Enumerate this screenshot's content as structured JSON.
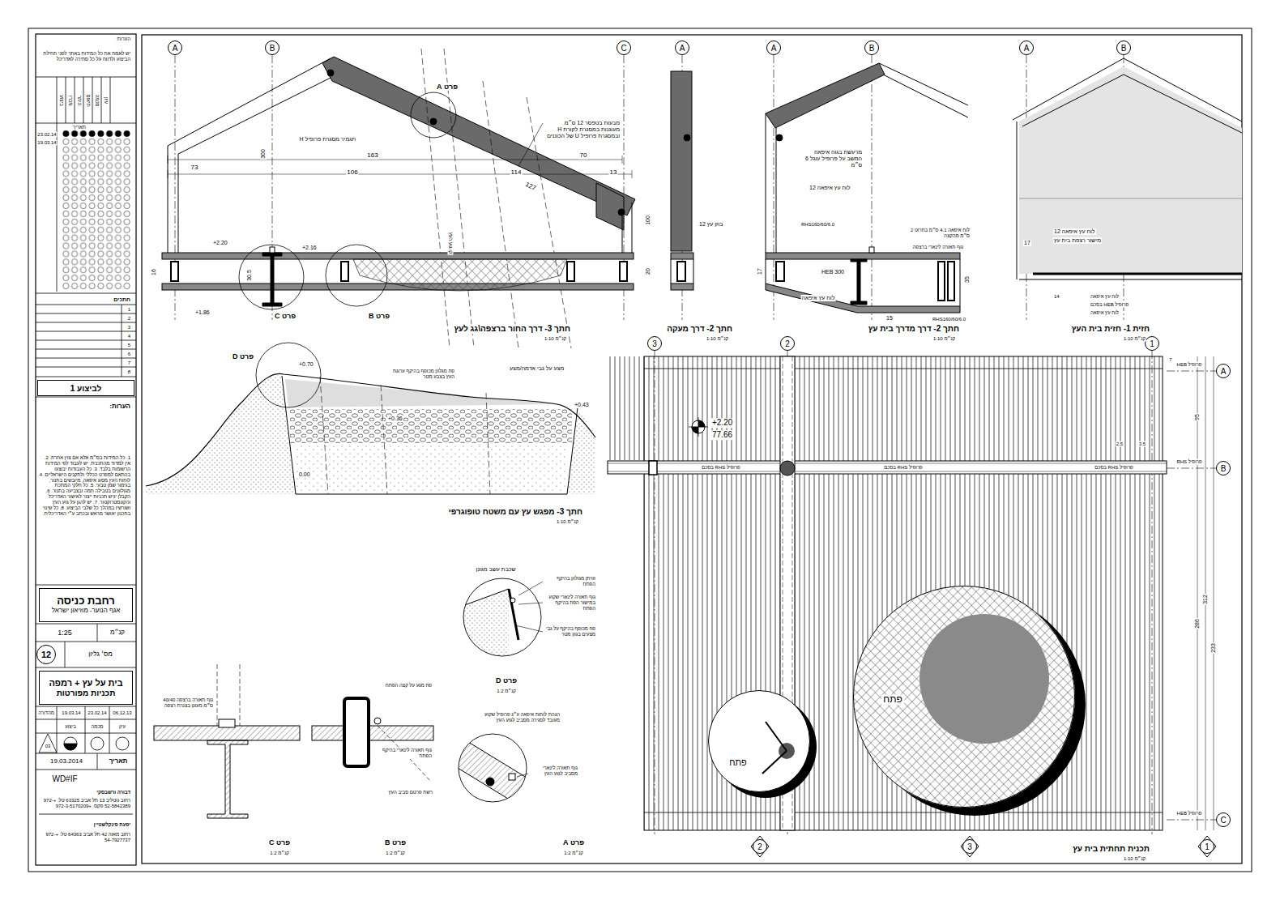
{
  "diagram": {
    "nodes": [
      {
        "text": [
          "A"
        ]
      },
      {
        "text": [
          "B"
        ]
      },
      {
        "text": [
          "C"
        ]
      },
      {
        "text": [
          "A"
        ]
      },
      {
        "text": [
          "A"
        ]
      },
      {
        "text": [
          "B"
        ]
      },
      {
        "text": [
          "A"
        ]
      },
      {
        "text": [
          "B"
        ]
      },
      {
        "text": [
          "3"
        ]
      },
      {
        "text": [
          "2"
        ]
      },
      {
        "text": [
          "1"
        ]
      },
      {
        "text": [
          "A"
        ]
      },
      {
        "text": [
          "B"
        ]
      },
      {
        "text": [
          "C"
        ]
      },
      {
        "text": [
          "2"
        ]
      },
      {
        "text": [
          "3"
        ]
      },
      {
        "text": [
          "1"
        ]
      },
      {
        "text": [
          "12"
        ]
      },
      {
        "text": [
          "רחבת כניסה",
          "אגף הנוער- מוזיאון ישראל"
        ]
      },
      {
        "text": [
          "בית על עץ + רמפה",
          "תכניות מפורטות"
        ]
      },
      {
        "text": [
          "לביצוע 1"
        ]
      },
      {
        "text": [
          "פתח"
        ]
      },
      {
        "text": [
          "פתח"
        ]
      }
    ],
    "labels": [
      "פרט A",
      "מבעות בטפסר 12 ס״מ מעוגנות במסגרת לקורת H ובמסגרת פרופיל U של הכוננים",
      "תגמיר מסגרת פרופיל H",
      "163",
      "73",
      "106",
      "114",
      "70",
      "13",
      "127",
      "100",
      "20",
      "300",
      "+2.20",
      "+2.16",
      "+1.86",
      "30.5",
      "16",
      "פרט C",
      "פרט B",
      "חתך 3- דרך החור ברצפה\\גג לעץ",
      "קנ״מ 1:10",
      "קו גזע העץ",
      "בוק עץ 12",
      "חתך 2- דרך מעקה",
      "קנ״מ 1:10",
      "מרעשת בגוה איפאה המשב על פרופיל עוגל 6 ס״מ",
      "לוח עץ איפאה 12",
      "RHS160/60/6.0",
      "לוח איפאה 4.1 ס״מ בחרוט 2 ס״מ מהקצה",
      "גוף תאורה לינארי ברצפה",
      "HEB 300",
      "לוח עץ איפאה",
      "RHS160/60/6.0",
      "15",
      "35",
      "17",
      "חתך 2- דרך מדרך בית עץ",
      "קנ״מ 1:10",
      "לוח עץ איפאה 12",
      "מישור רצפת בית עץ",
      "17",
      "14",
      "לוח עץ איפאה",
      "פרופיל HEB בסכם",
      "לוח עץ איפאה",
      "חזית 1- חזית בית העץ",
      "קנ״מ 1:10",
      "פרט D",
      "+0.70",
      "פח מגלוון מכופף בהיקף ערוגת העץ בצבע מטר",
      "מצע על גבי אדמה/מצע",
      "+0.43",
      "+0.36",
      "0.00",
      "חתך 3- מפגש עץ עם משטח טופוגרפי",
      "קנ״מ 1:10",
      "שכבת עשב מגונן",
      "זוויתן מגולוון בהיקף הפתח",
      "גוף תאורה לינארי שקוע במישור הפח בהיקף הפתח",
      "פח מכופף בהיקף על גבי מצעים בגוון מטר",
      "פרט D",
      "קנ״מ 1:2",
      "הגהת לוחות איפאה ע״ג פרופיל שקוע מעובד לסגירה מסביב לגזע העץ",
      "גוף תאורה לינארי מסביב לגזע העץ",
      "פרט A",
      "קנ״מ 1:2",
      "גוף תאורה ברצפה 40/40 ס״מ מעוגן בצנרת רצפה",
      "פח מגע על קצה הפתח",
      "גוף תאורה לינארי בהיקף הפתח",
      "רשת פרטם סביב העץ",
      "פרט C",
      "קנ״מ 1:2",
      "פרט B",
      "קנ״מ 1:2",
      "+2.20",
      "77.66",
      "פרופיל RHS בסכם",
      "פרופיל RHS בסכם",
      "פרופיל RHS בסכם",
      "פרופיל HEB",
      "פרופיל HEB",
      "פרופיל RHS",
      "95",
      "286",
      "312",
      "233",
      "2.5",
      "3.5",
      "7",
      "תכנית תחתית בית עץ",
      "קנ״מ 1:10",
      "הערות:",
      "יש לאמת את כל המידות באתר לפני תחילת הביצוע ולדווח על כל סתירה לאדריכל",
      "ביצוע",
      "מכרז",
      "היתר",
      "תיאום",
      "סכמה",
      "עיון",
      "תאריך",
      "23.02.14",
      "19.03.14",
      "חתכים",
      "1",
      "2",
      "3",
      "4",
      "5",
      "6",
      "7",
      "8",
      "הערות:",
      "1. כל המידות בס״מ אלא אם צוין אחרת. 2. אין למדוד מהתכנית, יש לעבוד לפי המידות הרשומות בלבד. 3. כל העבודות יבוצעו בהתאם למפרט הכללי ולתקנים הישראליים. 4. לוחות העץ מסוג איפאה, מיובשים בתנור, בגימור שמן טבעי. 5. כל חלקי המתכת מגולוונים בטבילה חמה ובצביעה בתנור. 6. הקבלן יגיש תכניות ייצור לאישור האדריכל והקונסטרוקטור. 7. יש להגן על גזע העץ ושורשיו במהלך כל שלבי הביצוע. 8. כל שינוי בתכנון יאושר מראש ובכתב ע״י האדריכלית.",
      "1:25",
      "קנ״מ",
      "מס׳ גליון",
      "מהדורה",
      "19.03.14",
      "23.02.14",
      "06.12.13",
      "03",
      "ביצוע",
      "סכמה",
      "עיון",
      "19.03.2014",
      "תאריך",
      "WD#IF",
      "דבורה ורשבסקי",
      "רחוב גוטליב 13 תל אביב 63325 טל: +972-52-5842389 פקס: +972-3-5170209",
      "יפעת פינקלשטיין",
      "רחוב מאזה 42 תל אביב 64363 טל: +972-54-7927737"
    ]
  }
}
